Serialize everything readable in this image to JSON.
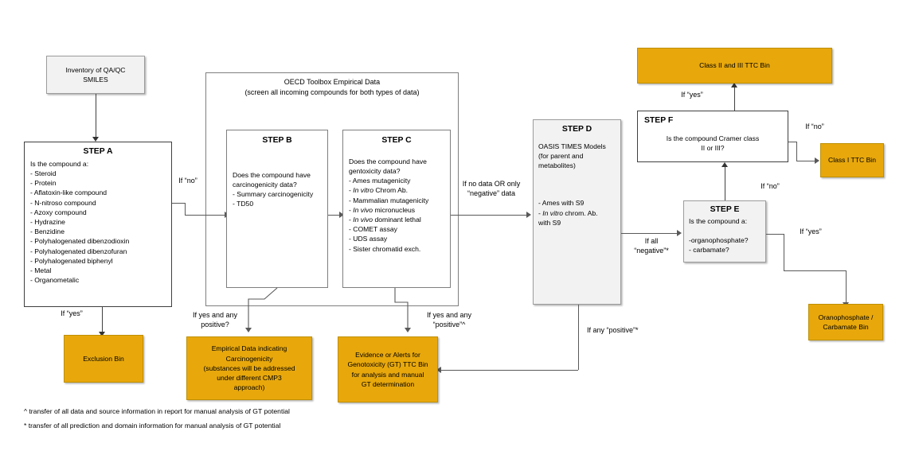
{
  "diagram": {
    "title": "Genotoxicity / TTC decision flowchart",
    "colors": {
      "bin_fill": "#e8a80c",
      "bin_border": "#bf8f00",
      "step_fill": "#f2f2f2",
      "step_border": "#9c9c9c",
      "connector": "#595959"
    }
  },
  "nodes": {
    "inventory": {
      "label": "Inventory of QA/QC\nSMILES"
    },
    "step_a": {
      "title": "STEP A",
      "body": "Is the compound a:\n- Steroid\n- Protein\n- Aflatoxin-like compound\n- N-nitroso compound\n- Azoxy compound\n- Hydrazine\n- Benzidine\n- Polyhalogenated dibenzodioxin\n- Polyhalogenated dibenzofuran\n- Polyhalogenated biphenyl\n- Metal\n- Organometalic"
    },
    "oecd_group": {
      "label": "OECD Toolbox Empirical Data\n(screen all incoming compounds for both types of data)"
    },
    "step_b": {
      "title": "STEP B",
      "body": "Does the compound have\ncarcinogenicity data?\n- Summary carcinogenicity\n- TD50"
    },
    "step_c": {
      "title": "STEP C",
      "body_line1": "Does the compound have",
      "body_line2": "gentoxicity data?",
      "items": [
        "- Ames mutagenicity",
        "- In vitro Chrom Ab.",
        "- Mammalian mutagenicity",
        "- In vivo micronucleus",
        "- In vivo dominant lethal",
        "- COMET assay",
        "- UDS assay",
        "- Sister chromatid exch."
      ]
    },
    "step_d": {
      "title": "STEP D",
      "body_top": "OASIS TIMES Models\n(for parent and\nmetabolites)",
      "body_bottom_1": "- Ames with S9",
      "body_bottom_2_ital": "- In vitro",
      "body_bottom_2_rest": " chrom. Ab.",
      "body_bottom_3": "with S9"
    },
    "step_e": {
      "title": "STEP E",
      "body": "Is the compound a:\n\n-organophosphate?\n- carbamate?"
    },
    "step_f": {
      "title": "STEP F",
      "body": "Is the compound Cramer class\nII or III?"
    },
    "exclusion_bin": {
      "label": "Exclusion Bin"
    },
    "empirical_bin": {
      "label": "Empirical Data indicating\nCarcinogenicity\n(substances will be addressed\nunder different CMP3\napproach)"
    },
    "genotoxicity_bin": {
      "label": "Evidence or Alerts for\nGenotoxicity (GT) TTC Bin\nfor analysis and manual\nGT determination"
    },
    "class_ii_iii_bin": {
      "label": "Class II and III TTC Bin"
    },
    "class_i_bin": {
      "label": "Class I TTC Bin"
    },
    "organophosphate_bin": {
      "label": "Oranophosphate /\nCarbamate Bin"
    }
  },
  "edges": {
    "a_no": "If “no”",
    "a_yes": "If “yes”",
    "b_positive": "If yes and any\npositive?",
    "c_positive": "If yes and any\n“positive”^",
    "to_d": "If no data OR only\n“negative” data",
    "d_negative": "If all\n“negative”*",
    "d_positive": "If any “positive”*",
    "e_no": "If “no”",
    "e_yes": "If “yes”",
    "f_yes": "If “yes”",
    "f_no": "If “no”"
  },
  "footnotes": {
    "caret": "^ transfer of all data and source information in report for manual analysis of GT potential",
    "asterisk": "* transfer of all prediction and domain information for manual analysis of GT potential"
  }
}
